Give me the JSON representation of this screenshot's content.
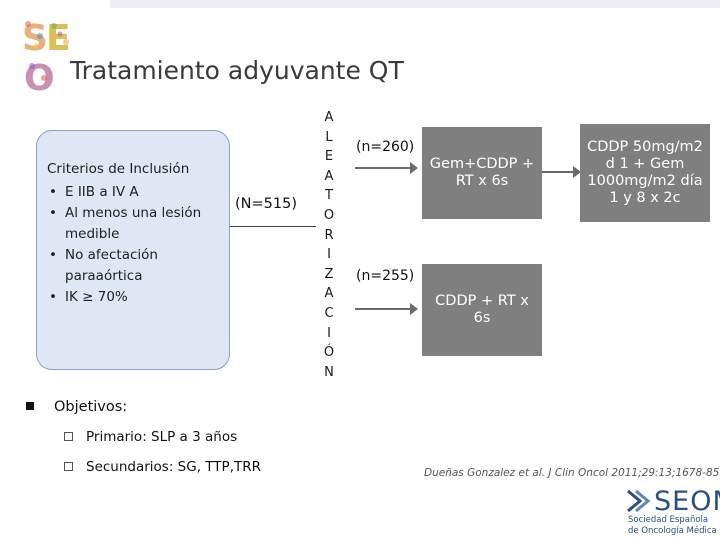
{
  "title": "Tratamiento adyuvante QT",
  "criteria": {
    "heading": "Criterios de Inclusión",
    "items": [
      "E IIB a IV A",
      "Al menos una lesión medible",
      "No afectación paraaórtica",
      "IK ≥ 70%"
    ]
  },
  "total": "(N=515)",
  "randomization_letters": [
    "A",
    "L",
    "E",
    "A",
    "T",
    "O",
    "R",
    "I",
    "Z",
    "A",
    "C",
    "I",
    "Ó",
    "N"
  ],
  "arms": [
    {
      "n": "(n=260)",
      "treatment": "Gem+CDDP + RT x 6s",
      "followup": "CDDP 50mg/m2 d 1 + Gem 1000mg/m2 día 1 y 8 x 2c"
    },
    {
      "n": "(n=255)",
      "treatment": "CDDP + RT x 6s"
    }
  ],
  "objectives": {
    "title": "Objetivos:",
    "items": [
      "Primario: SLP a 3 años",
      "Secundarios: SG, TTP,TRR"
    ]
  },
  "citation": "Dueñas Gonzalez et al. J Clin Oncol 2011;29:13;1678-85",
  "footer_logo": {
    "name": "SEOM",
    "subtitle_line1": "Sociedad Española",
    "subtitle_line2": "de Oncología Médica"
  },
  "colors": {
    "box": "#7f7f7f",
    "criteria_bg": "#dfe6f4",
    "brand_blue": "#2a4f84"
  }
}
